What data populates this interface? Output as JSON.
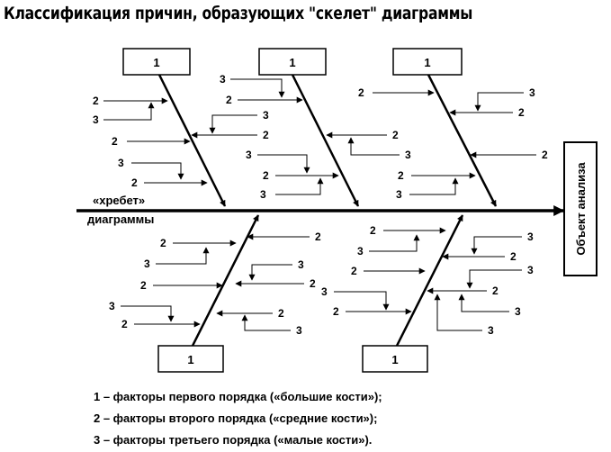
{
  "title": "Классификация причин, образующих \"скелет\" диаграммы",
  "effect_label": "Объект анализа",
  "spine_label": [
    "«хребет»",
    "диаграммы"
  ],
  "first_order_label": "1",
  "legend": [
    "1 – факторы первого порядка («большие кости»);",
    "2 – факторы второго порядка («средние кости»);",
    "3 – факторы третьего порядка («малые кости»)."
  ],
  "bones": [
    {
      "id": "top-1",
      "medium": [
        {
          "label": "2",
          "minor": [
            {
              "label": "3"
            }
          ]
        },
        {
          "label": "3"
        },
        {
          "label": "2"
        },
        {
          "label": "3"
        },
        {
          "label": "2"
        }
      ]
    },
    {
      "id": "top-2",
      "medium": [
        {
          "label": "3"
        },
        {
          "label": "2"
        },
        {
          "label": "2",
          "minor": [
            {
              "label": "3"
            }
          ]
        },
        {
          "label": "3"
        },
        {
          "label": "2"
        },
        {
          "label": "3"
        }
      ]
    },
    {
      "id": "top-3",
      "medium": [
        {
          "label": "2"
        },
        {
          "label": "3"
        },
        {
          "label": "2"
        },
        {
          "label": "2"
        },
        {
          "label": "3"
        }
      ]
    },
    {
      "id": "bottom-1",
      "medium": [
        {
          "label": "2"
        },
        {
          "label": "3"
        },
        {
          "label": "2"
        },
        {
          "label": "3"
        },
        {
          "label": "2"
        },
        {
          "label": "3"
        }
      ]
    },
    {
      "id": "bottom-2",
      "medium": [
        {
          "label": "2"
        },
        {
          "label": "3"
        },
        {
          "label": "2"
        },
        {
          "label": "3"
        },
        {
          "label": "2"
        },
        {
          "label": "3"
        }
      ]
    }
  ]
}
